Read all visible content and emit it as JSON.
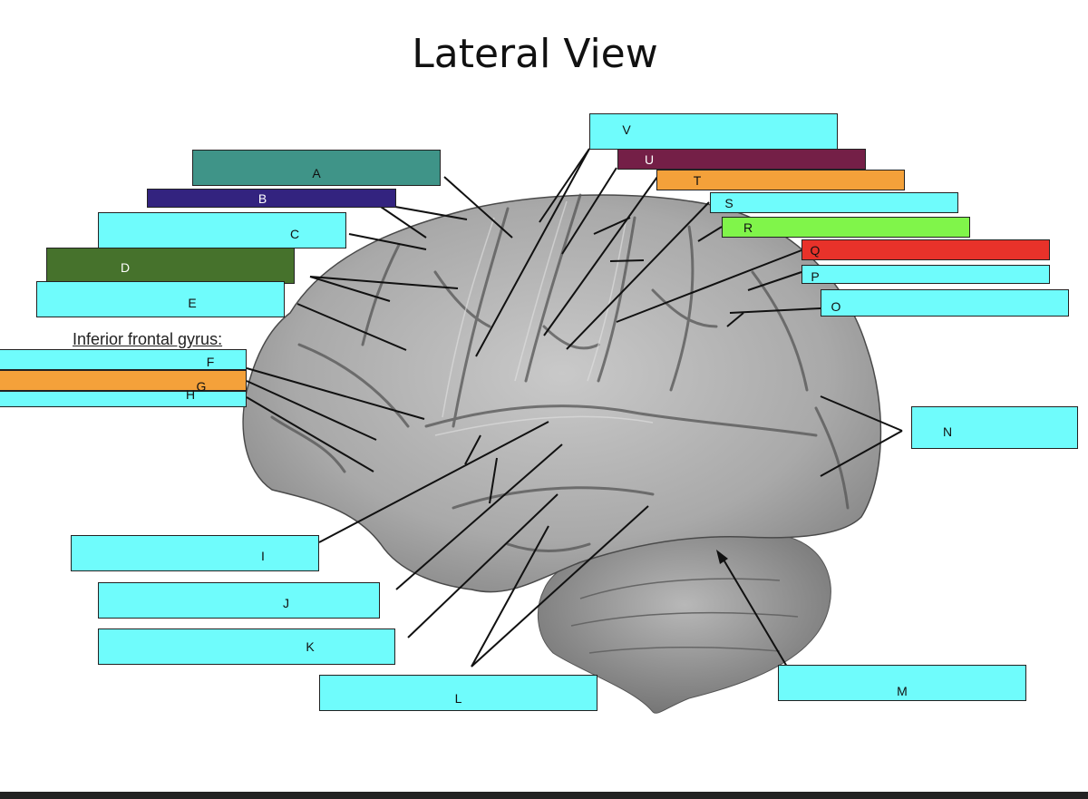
{
  "title": "Lateral View",
  "side_caption": "Inferior frontal gyrus:",
  "colors": {
    "cyan": "#6ffcfc",
    "teal": "#3f9488",
    "navy": "#33237f",
    "olive": "#46722c",
    "orange": "#f4a13a",
    "maroon": "#741f47",
    "lime": "#80f54a",
    "red": "#e8322a"
  },
  "labels": [
    {
      "id": "A",
      "text": "A",
      "color": "teal"
    },
    {
      "id": "B",
      "text": "B",
      "color": "navy"
    },
    {
      "id": "C",
      "text": "C",
      "color": "cyan"
    },
    {
      "id": "D",
      "text": "D",
      "color": "olive"
    },
    {
      "id": "E",
      "text": "E",
      "color": "cyan"
    },
    {
      "id": "F",
      "text": "F",
      "color": "cyan"
    },
    {
      "id": "G",
      "text": "G",
      "color": "orange"
    },
    {
      "id": "H",
      "text": "H",
      "color": "cyan"
    },
    {
      "id": "I",
      "text": "I",
      "color": "cyan"
    },
    {
      "id": "J",
      "text": "J",
      "color": "cyan"
    },
    {
      "id": "K",
      "text": "K",
      "color": "cyan"
    },
    {
      "id": "L",
      "text": "L",
      "color": "cyan"
    },
    {
      "id": "M",
      "text": "M",
      "color": "cyan"
    },
    {
      "id": "N",
      "text": "N",
      "color": "cyan"
    },
    {
      "id": "O",
      "text": "O",
      "color": "cyan"
    },
    {
      "id": "P",
      "text": "P",
      "color": "cyan"
    },
    {
      "id": "Q",
      "text": "Q",
      "color": "red"
    },
    {
      "id": "R",
      "text": "R",
      "color": "lime"
    },
    {
      "id": "S",
      "text": "S",
      "color": "cyan"
    },
    {
      "id": "T",
      "text": "T",
      "color": "orange"
    },
    {
      "id": "U",
      "text": "U",
      "color": "maroon"
    },
    {
      "id": "V",
      "text": "V",
      "color": "cyan"
    }
  ]
}
